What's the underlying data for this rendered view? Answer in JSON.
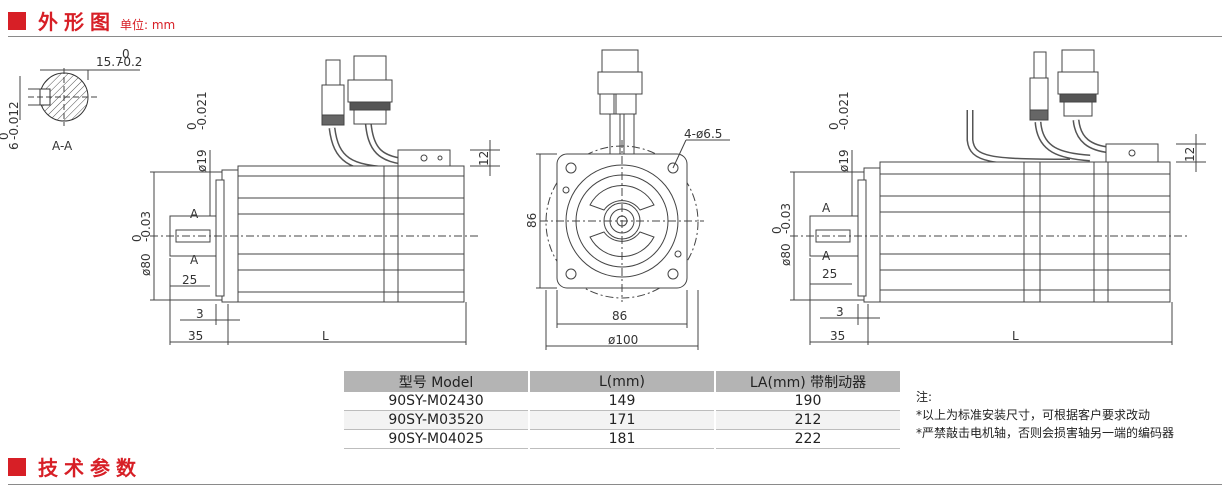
{
  "section1": {
    "title": "外形图",
    "unit": "单位: mm"
  },
  "section2": {
    "title": "技术参数"
  },
  "drawing": {
    "shaft_section": {
      "width_dim": "15.7",
      "width_tol_top": "0",
      "width_tol_bottom": "-0.2",
      "key_dim": "6",
      "key_tol_top": "0",
      "key_tol_bottom": "-0.012",
      "label": "A-A"
    },
    "side_a": {
      "shaft_dia": "ø19",
      "shaft_tol_top": "0",
      "shaft_tol_bottom": "-0.021",
      "pilot_dia": "ø80",
      "pilot_tol_top": "0",
      "pilot_tol_bottom": "-0.03",
      "height_12": "12",
      "section_mark": "A",
      "key_len": "25",
      "flange_thk": "3",
      "shaft_len": "35",
      "body_len": "L"
    },
    "front": {
      "holes": "4-ø6.5",
      "square_v": "86",
      "square_h": "86",
      "pcd": "ø100"
    }
  },
  "table": {
    "headers": [
      "型号 Model",
      "L(mm)",
      "LA(mm) 带制动器"
    ],
    "rows": [
      [
        "90SY-M02430",
        "149",
        "190"
      ],
      [
        "90SY-M03520",
        "171",
        "212"
      ],
      [
        "90SY-M04025",
        "181",
        "222"
      ]
    ]
  },
  "notes": {
    "title": "注:",
    "lines": [
      "*以上为标准安装尺寸，可根据客户要求改动",
      "*严禁敲击电机轴，否则会损害轴另一端的编码器"
    ]
  }
}
